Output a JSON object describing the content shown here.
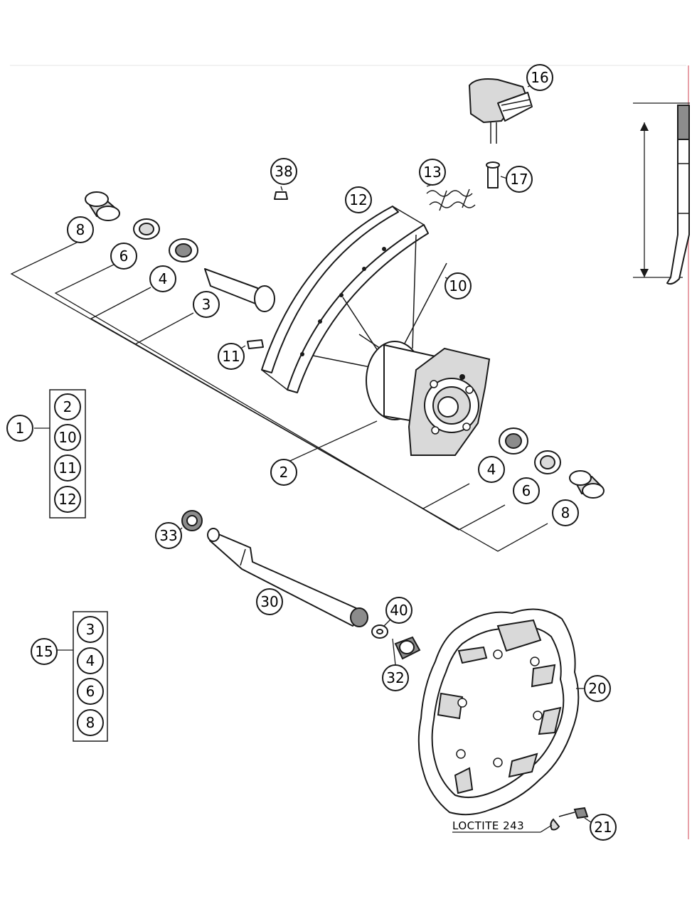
{
  "callouts": {
    "c1": "1",
    "c2": "2",
    "c3": "3",
    "c4a": "4",
    "c4b": "4",
    "c6a": "6",
    "c6b": "6",
    "c8a": "8",
    "c8b": "8",
    "c10": "10",
    "c11": "11",
    "c12": "12",
    "c13": "13",
    "c15": "15",
    "c16": "16",
    "c17": "17",
    "c20": "20",
    "c21": "21",
    "c30": "30",
    "c32": "32",
    "c33": "33",
    "c38": "38",
    "c40": "40"
  },
  "group_1": [
    "2",
    "10",
    "11",
    "12"
  ],
  "group_15": [
    "3",
    "4",
    "6",
    "8"
  ],
  "note": "LOCTITE 243",
  "colors": {
    "line": "#1a1a1a",
    "edge_accent": "#e8a0a8"
  }
}
